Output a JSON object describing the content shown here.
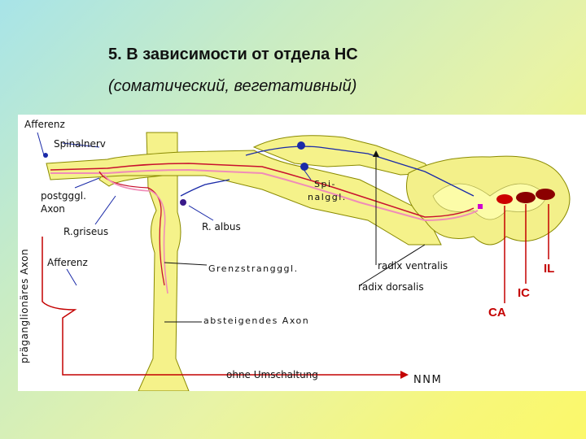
{
  "title": "5. В зависимости от отдела НС",
  "subtitle": "(соматический, вегетативный)",
  "labels": {
    "afferenz_top": "Afferenz",
    "spinalnerv": "Spinalnerv",
    "postgggl": "postgggl.",
    "axon": "Axon",
    "r_griseus": "R.griseus",
    "afferenz_low": "Afferenz",
    "praeganglionaeres_axon": "präganglionäres Axon",
    "r_albus": "R. albus",
    "spinalggl_1": "Spi-",
    "spinalggl_2": "nalggl.",
    "grenzstrang": "Grenzstrangggl.",
    "absteigendes_axon": "absteigendes Axon",
    "radix_ventralis": "radix ventralis",
    "radix_dorsalis": "radix dorsalis",
    "ohne_umschaltung": "ohne Umschaltung",
    "nnm": "NNM",
    "il": "IL",
    "ic": "IC",
    "ca": "CA"
  },
  "colors": {
    "nerve_fill": "#f5f28a",
    "nerve_outline": "#8a8a00",
    "cord_fill": "#f3f08a",
    "fiber_red": "#c8102e",
    "fiber_pink": "#f08cb8",
    "fiber_blue": "#1a2aa8",
    "nucleus_dark_red": "#8b0000",
    "nucleus_red": "#cc0000",
    "nucleus_magenta": "#d000d0"
  }
}
